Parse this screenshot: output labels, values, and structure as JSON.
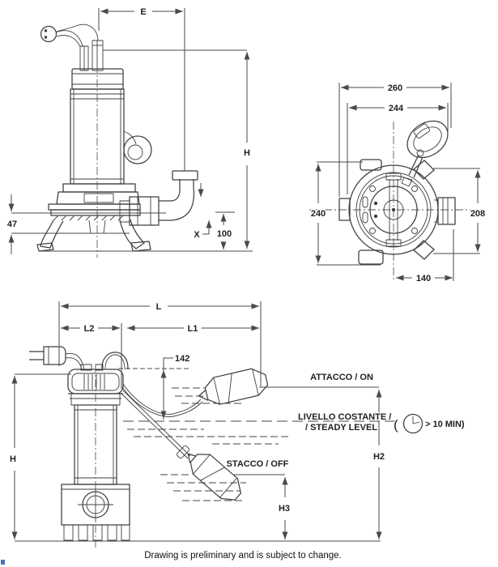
{
  "colors": {
    "background": "#ffffff",
    "line": "#3f3f3f",
    "dimension_line": "#4a4a4a",
    "text": "#1f1f1f",
    "artifact_blue": "#4472c4"
  },
  "side_view": {
    "dim_e": "E",
    "dim_h": "H",
    "dim_47": "47",
    "dim_100": "100",
    "dim_x": "X"
  },
  "top_view": {
    "dim_260": "260",
    "dim_244": "244",
    "dim_240": "240",
    "dim_208": "208",
    "dim_140": "140"
  },
  "float_view": {
    "dim_l": "L",
    "dim_l2": "L2",
    "dim_l1": "L1",
    "dim_142": "142",
    "dim_h": "H",
    "dim_h2": "H2",
    "dim_h3": "H3",
    "label_on": "ATTACCO / ON",
    "label_steady_line1": "LIVELLO COSTANTE /",
    "label_steady_line2": "/ STEADY LEVEL",
    "label_off": "STACCO / OFF",
    "timer_prefix": "(",
    "timer_text": "> 10 MIN)"
  },
  "footer": {
    "note": "Drawing is preliminary and is subject to change."
  }
}
